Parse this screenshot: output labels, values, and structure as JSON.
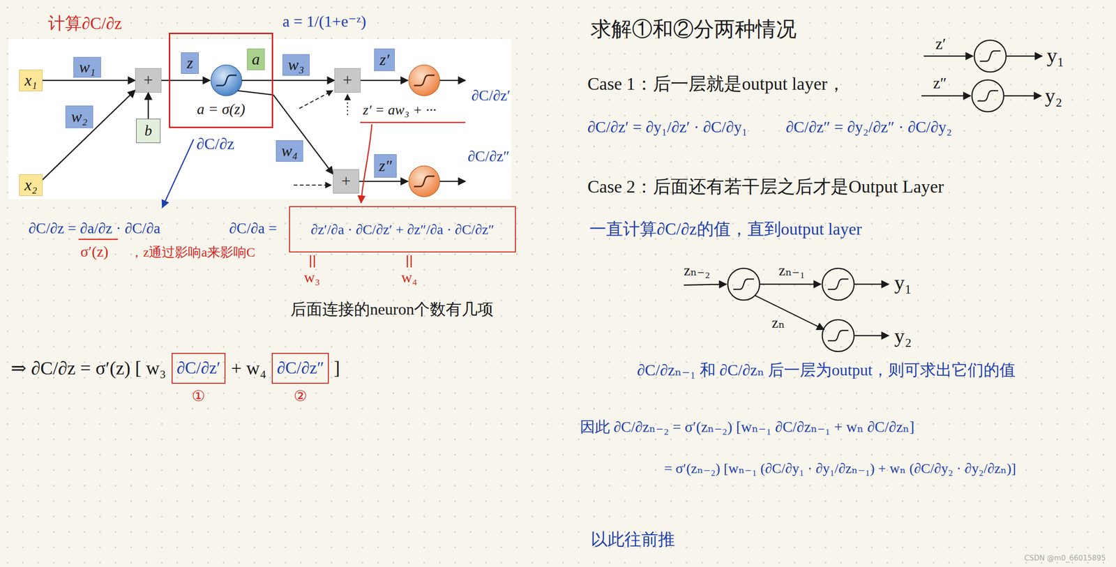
{
  "diagram": {
    "nodes": [
      {
        "text": [
          "x₁"
        ]
      },
      {
        "text": [
          "w₁"
        ]
      },
      {
        "text": [
          "+"
        ]
      },
      {
        "text": [
          "b"
        ]
      },
      {
        "text": [
          "w₂"
        ]
      },
      {
        "text": [
          "x₂"
        ]
      },
      {
        "text": [
          "a = σ(z)"
        ]
      },
      {
        "text": [
          "z"
        ],
        "in": 6
      },
      {
        "text": [
          "a"
        ],
        "in": 6
      },
      {
        "text": [
          "w₃"
        ]
      },
      {
        "text": [
          "w₄"
        ]
      },
      {
        "text": [
          "+"
        ]
      },
      {
        "text": [
          "z′"
        ]
      },
      {
        "text": [
          "+"
        ]
      },
      {
        "text": [
          "z″"
        ]
      },
      {
        "text": [
          "∂z′/∂a · ∂C/∂z′ + ∂z″/∂a · ∂C/∂z″"
        ]
      },
      {
        "text": [
          "∂C/∂z′"
        ]
      },
      {
        "text": [
          "∂C/∂z″"
        ]
      }
    ],
    "edges": [
      {
        "from": 0,
        "to": 2,
        "arrow": "to"
      },
      {
        "from": 5,
        "to": 2,
        "arrow": "to"
      },
      {
        "from": 3,
        "to": 2,
        "arrow": "to"
      },
      {
        "from": 2,
        "to": 6,
        "arrow": "none"
      },
      {
        "from": 6,
        "to": 11,
        "arrow": "to"
      },
      {
        "from": 6,
        "to": 13,
        "arrow": "to"
      }
    ],
    "labels": [
      "计算∂C/∂z",
      "a = 1/(1+e⁻ᶻ)",
      "z′ = aw₃ + ···",
      "∂C/∂z′",
      "∂C/∂z″",
      "∂C/∂z",
      "∂C/∂z = ∂a/∂z · ∂C/∂a",
      "σ′(z)",
      "，z通过影响a来影响C",
      "∂C/∂a =",
      "w₃",
      "w₄",
      "后面连接的neuron个数有几项",
      "⇒ ∂C/∂z = σ′(z) [ w₃",
      "+ w₄",
      "]",
      "①",
      "②",
      "求解①和②分两种情况",
      "Case 1：后一层就是output layer，",
      "z′",
      "y₁",
      "z″",
      "y₂",
      "∂C/∂z′ = ∂y₁/∂z′ · ∂C/∂y₁",
      "∂C/∂z″ = ∂y₂/∂z″ · ∂C/∂y₂",
      "Case 2：后面还有若干层之后才是Output Layer",
      "一直计算∂C/∂z的值，直到output layer",
      "zₙ₋₂",
      "zₙ₋₁",
      "y₁",
      "zₙ",
      "y₂",
      "∂C/∂zₙ₋₁ 和 ∂C/∂zₙ 后一层为output，则可求出它们的值",
      "因此 ∂C/∂zₙ₋₂ = σ′(zₙ₋₂) [wₙ₋₁ ∂C/∂zₙ₋₁ + wₙ ∂C/∂zₙ]",
      "= σ′(zₙ₋₂) [wₙ₋₁ (∂C/∂y₁ · ∂y₁/∂zₙ₋₁) + wₙ (∂C/∂y₂ · ∂y₂/∂zₙ)]",
      "以此往前推",
      "CSDN @m0_66015895"
    ]
  }
}
